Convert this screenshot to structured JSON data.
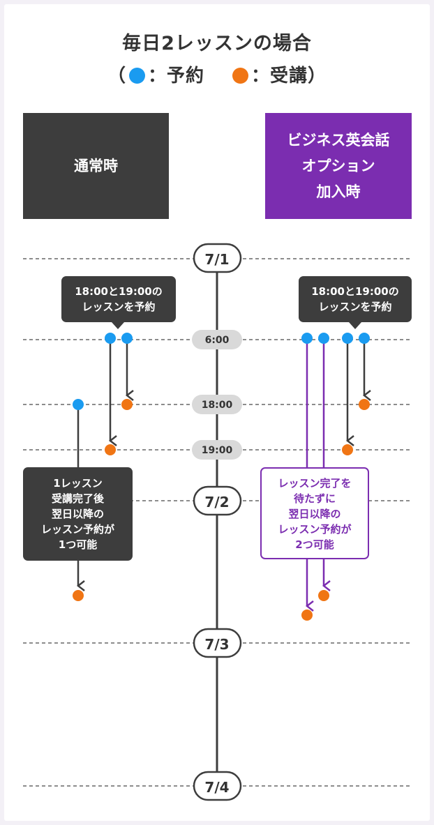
{
  "title": {
    "line1": "毎日2レッスンの場合",
    "open": "（",
    "reserve_label": "：予約",
    "attend_label": "：受講",
    "close": "）"
  },
  "colors": {
    "reserve": "#1a9bf0",
    "attend": "#f07514",
    "dark": "#3d3d3d",
    "purple": "#7b2db0"
  },
  "headers": {
    "normal": "通常時",
    "option_lines": [
      "ビジネス英会話",
      "オプション",
      "加入時"
    ]
  },
  "dates": [
    "7/1",
    "7/2",
    "7/3",
    "7/4"
  ],
  "times": [
    "6:00",
    "18:00",
    "19:00"
  ],
  "notes": {
    "left_book": [
      "18:00と19:00の",
      "レッスンを予約"
    ],
    "right_book": [
      "18:00と19:00の",
      "レッスンを予約"
    ],
    "left_rule": [
      "1レッスン",
      "受講完了後",
      "翌日以降の",
      "レッスン予約が",
      "1つ可能"
    ],
    "right_rule": [
      "レッスン完了を",
      "待たずに",
      "翌日以降の",
      "レッスン予約が",
      "2つ可能"
    ]
  }
}
